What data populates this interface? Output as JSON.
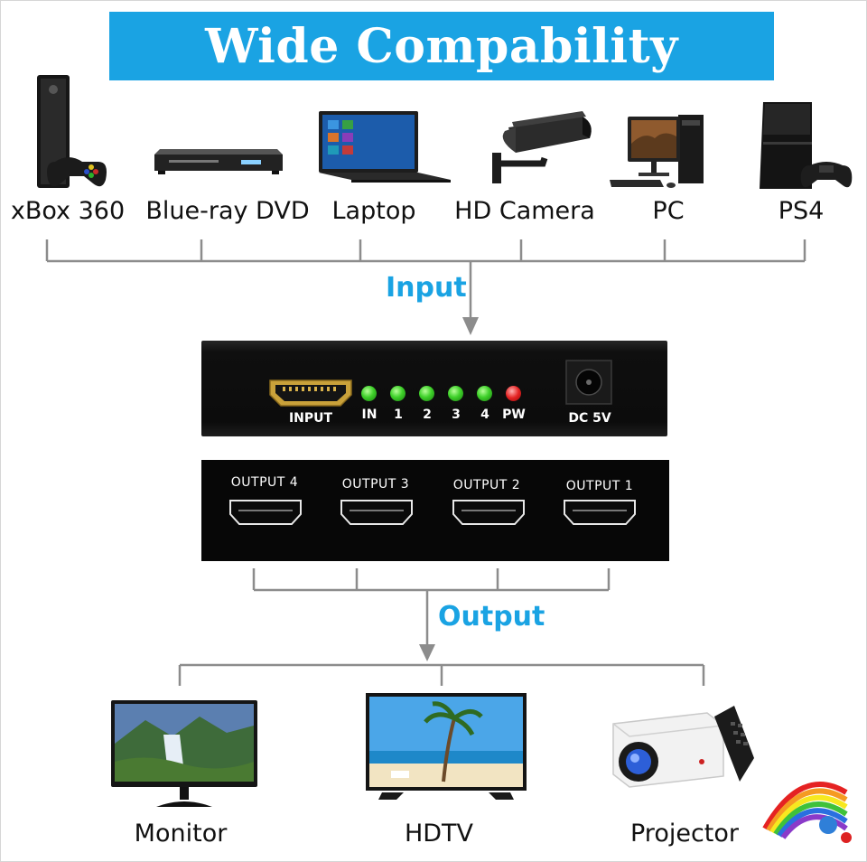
{
  "title": "Wide Compability",
  "inputs": [
    {
      "label": "xBox 360",
      "icon": "xbox-icon"
    },
    {
      "label": "Blue-ray DVD",
      "icon": "dvd-player-icon"
    },
    {
      "label": "Laptop",
      "icon": "laptop-icon"
    },
    {
      "label": "HD Camera",
      "icon": "camera-icon"
    },
    {
      "label": "PC",
      "icon": "pc-icon"
    },
    {
      "label": "PS4",
      "icon": "ps4-icon"
    }
  ],
  "input_label": "Input",
  "output_label": "Output",
  "splitter": {
    "input_port": "INPUT",
    "leds": [
      "IN",
      "1",
      "2",
      "3",
      "4",
      "PW"
    ],
    "power_port": "DC 5V",
    "outputs": [
      "OUTPUT 4",
      "OUTPUT 3",
      "OUTPUT 2",
      "OUTPUT 1"
    ]
  },
  "displays": [
    {
      "label": "Monitor",
      "icon": "monitor-icon"
    },
    {
      "label": "HDTV",
      "icon": "tv-icon"
    },
    {
      "label": "Projector",
      "icon": "projector-icon"
    }
  ],
  "colors": {
    "accent": "#1aa3e3",
    "line": "#8c8c8c",
    "device": "#0c0c0c",
    "led_green": "#3fd12a",
    "led_red": "#e52222"
  }
}
